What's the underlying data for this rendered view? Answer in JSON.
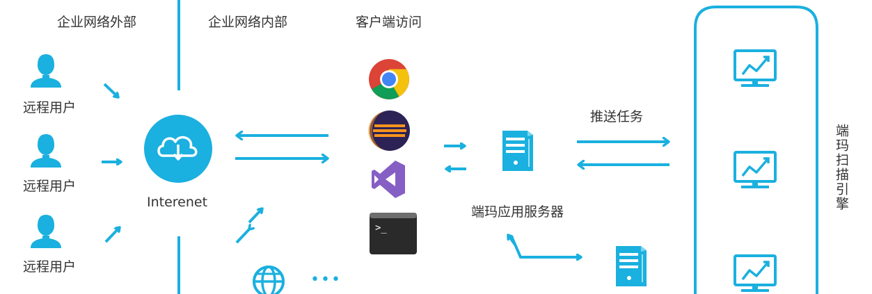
{
  "zones": {
    "outside": "企业网络外部",
    "inside": "企业网络内部",
    "client": "客户端访问"
  },
  "users": [
    {
      "label": "远程用户"
    },
    {
      "label": "远程用户"
    },
    {
      "label": "远程用户"
    }
  ],
  "internet": {
    "label": "Interenet"
  },
  "server": {
    "label": "端玛应用服务器"
  },
  "push_task": "推送任务",
  "scan_engine": "端玛扫描引擎",
  "more": "•••",
  "colors": {
    "accent": "#1ab0df",
    "text": "#333333"
  },
  "icons": {
    "user": "user-icon",
    "cloud": "cloud-download-icon",
    "chrome": "chrome-icon",
    "eclipse": "eclipse-icon",
    "visual_studio": "visual-studio-icon",
    "terminal": "terminal-icon",
    "server": "server-icon",
    "globe": "globe-icon",
    "monitor": "monitor-chart-icon"
  }
}
